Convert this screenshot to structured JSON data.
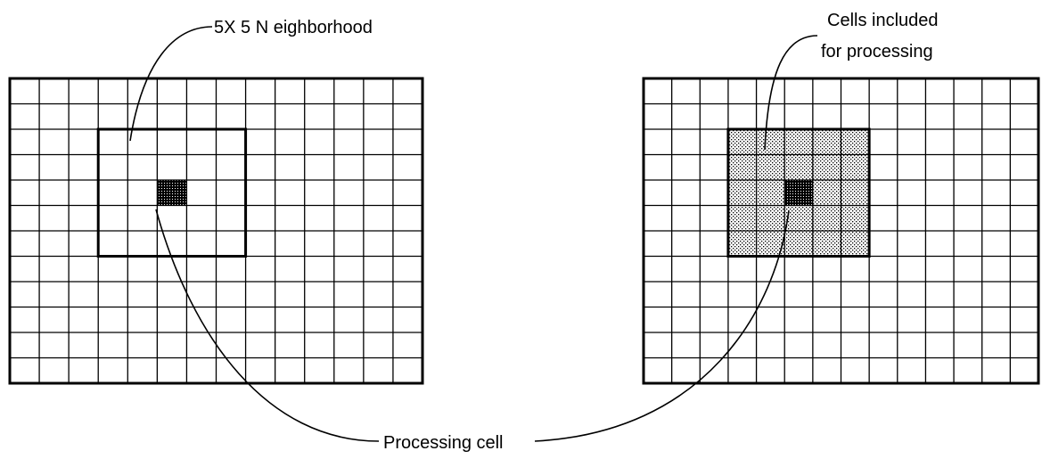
{
  "labels": {
    "neighborhood": "5X 5 N eighborhood",
    "included_line1": "Cells included",
    "included_line2": "for processing",
    "processing_cell": "Processing cell"
  },
  "grid": {
    "rows": 12,
    "cols": 14,
    "neighborhood_size": 5,
    "processing_cell": {
      "row": 4,
      "col": 5
    }
  },
  "colors": {
    "line": "#000000",
    "background": "#ffffff",
    "stipple_light": "#d9d9d9",
    "stipple_dark": "#000000"
  }
}
